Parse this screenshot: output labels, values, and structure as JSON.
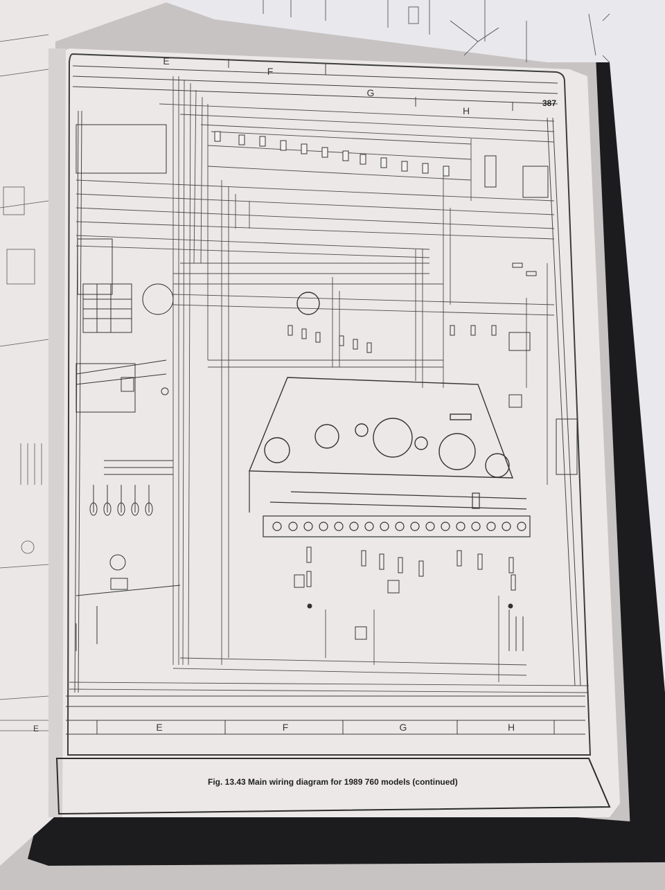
{
  "page": {
    "page_number": "387",
    "caption": "Fig. 13.43 Main wiring diagram for 1989 760 models (continued)"
  },
  "zones": {
    "top": [
      "E",
      "F",
      "G",
      "H"
    ],
    "bottom": [
      "E",
      "F",
      "G",
      "H"
    ],
    "left_page_edge": "E"
  },
  "colors": {
    "paper": "#ece8e8",
    "ink": "#3c3c3c",
    "carpet": "#c9c4c4",
    "back_cover": "#1c1c1e"
  }
}
